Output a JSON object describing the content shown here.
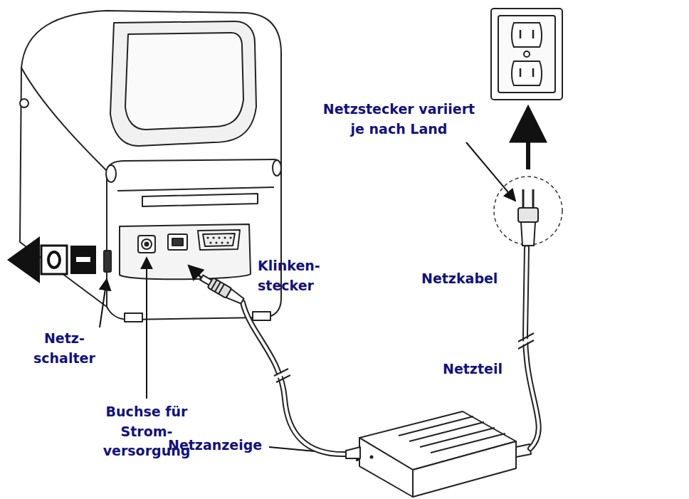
{
  "diagram": {
    "labels": [
      "Netzstecker variiert je nach Land",
      "Klinken- stecker",
      "Netzkabel",
      "Netz- schalter",
      "Buchse für Strom- versorgung",
      "Netzteil",
      "Netzanzeige"
    ]
  }
}
